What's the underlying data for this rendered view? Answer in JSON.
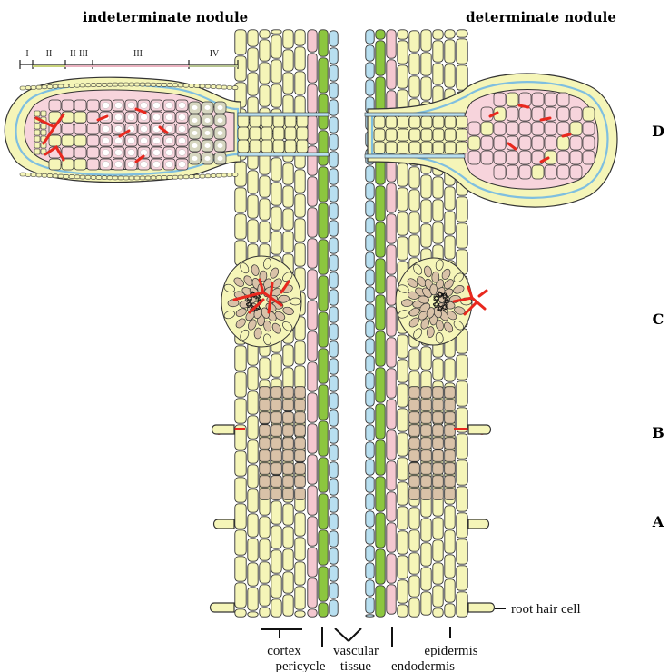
{
  "titles": {
    "left": "indeterminate nodule",
    "right": "determinate nodule"
  },
  "stages": [
    "D",
    "C",
    "B",
    "A"
  ],
  "zones": [
    "I",
    "II",
    "II-III",
    "III",
    "IV"
  ],
  "labels": {
    "root_hair_cell": "root hair cell",
    "cortex": "cortex",
    "pericycle": "pericycle",
    "vascular_tissue_line1": "vascular",
    "vascular_tissue_line2": "tissue",
    "endodermis": "endodermis",
    "epidermis": "epidermis"
  },
  "colors": {
    "cortex": "#f5f5b8",
    "pericycle": "#f4c8d0",
    "endodermis": "#8cc63f",
    "vascular": "#b8dff0",
    "infected": "#f7d4dc",
    "primordium": "#d9c2a8",
    "zone_iv": "#d6d6c0",
    "infection_thread": "#e8281e",
    "outline": "#333333"
  }
}
